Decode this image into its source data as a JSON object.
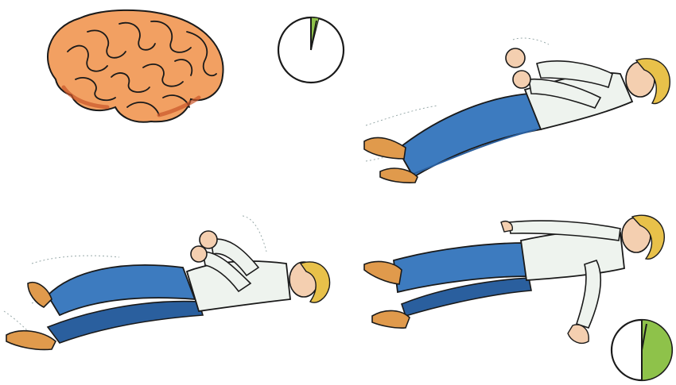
{
  "illustration": {
    "panels": [
      {
        "id": "brain"
      },
      {
        "id": "timer-start",
        "progress": 0.04
      },
      {
        "id": "person-arms-bent"
      },
      {
        "id": "person-knees-jerking"
      },
      {
        "id": "person-relaxed"
      },
      {
        "id": "timer-end",
        "progress": 0.5
      }
    ]
  },
  "colors": {
    "outline": "#1a1a1a",
    "brain_fill": "#f2a062",
    "brain_shadow": "#c9562a",
    "jeans": "#3d7bbf",
    "jeans_dark": "#2a5f9e",
    "shirt": "#eef3ee",
    "skin": "#f4cfb0",
    "shoes": "#e09a4c",
    "hair": "#e8c14a",
    "timer_fill": "#8ec24a"
  }
}
